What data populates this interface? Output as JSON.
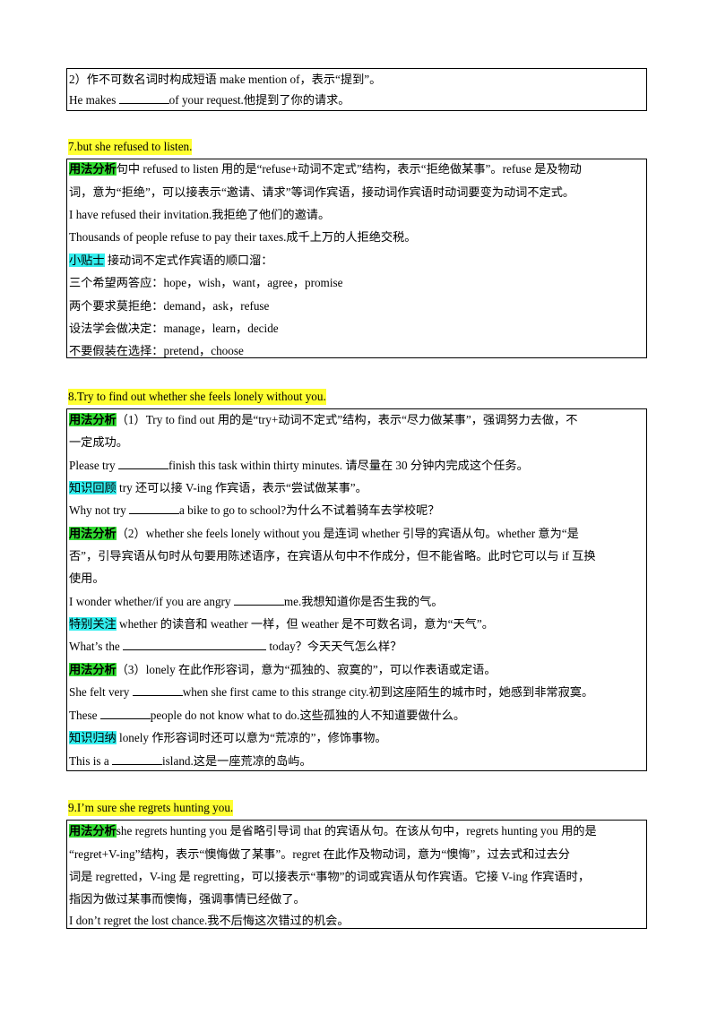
{
  "box1": {
    "line1": "2）作不可数名词时构成短语 make mention of，表示“提到”。",
    "line2_pre": "He makes ",
    "line2_post": "of your request.他提到了你的请求。"
  },
  "heading7": "7.but she refused to listen.",
  "box2": {
    "tag1": "用法分析",
    "l1": "句中 refused to listen 用的是“refuse+动词不定式”结构，表示“拒绝做某事”。refuse 是及物动",
    "l2": "词，意为“拒绝”，可以接表示“邀请、请求”等词作宾语，接动词作宾语时动词要变为动词不定式。",
    "l3": "I have refused their invitation.我拒绝了他们的邀请。",
    "l4": "Thousands of people refuse to pay their taxes.成千上万的人拒绝交税。",
    "tag2": "小贴士",
    "l5": " 接动词不定式作宾语的顺口溜：",
    "l6": "三个希望两答应：hope，wish，want，agree，promise",
    "l7": "两个要求莫拒绝：demand，ask，refuse",
    "l8": "设法学会做决定：manage，learn，decide",
    "l9": "不要假装在选择：pretend，choose"
  },
  "heading8": "8.Try to find out whether she feels lonely without you.",
  "box3": {
    "tag1": "用法分析",
    "l1": "（1）Try to find out 用的是“try+动词不定式”结构，表示“尽力做某事”，强调努力去做，不",
    "l2": "一定成功。",
    "l3_pre": "Please try ",
    "l3_post": "finish this  task  within thirty minutes.  请尽量在 30 分钟内完成这个任务。",
    "tag2": "知识回顾",
    "l4": " try 还可以接 V-ing 作宾语，表示“尝试做某事”。",
    "l5_pre": "Why not try ",
    "l5_post": "a bike to go to school?为什么不试着骑车去学校呢？",
    "tag3": "用法分析",
    "l6": "（2）whether she feels lonely without you 是连词 whether 引导的宾语从句。whether 意为“是",
    "l7": "否”，引导宾语从句时从句要用陈述语序，在宾语从句中不作成分，但不能省略。此时它可以与 if 互换",
    "l8": "使用。",
    "l9_pre": "I wonder whether/if you are angry ",
    "l9_post": "me.我想知道你是否生我的气。",
    "tag4": "特别关注",
    "l10": "   whether 的读音和 weather 一样，但 weather 是不可数名词，意为“天气”。",
    "l11_pre": "What’s the ",
    "l11_post": " today？今天天气怎么样？",
    "tag5": "用法分析",
    "l12": "（3）lonely 在此作形容词，意为“孤独的、寂寞的”，可以作表语或定语。",
    "l13_pre": "She felt very ",
    "l13_post": "when she first came to this strange city.初到这座陌生的城市时，她感到非常寂寞。",
    "l14_pre": "These ",
    "l14_post": "people do not know what to do.这些孤独的人不知道要做什么。",
    "tag6": "知识归纳",
    "l15": " lonely 作形容词时还可以意为“荒凉的”，修饰事物。",
    "l16_pre": "This is a ",
    "l16_post": "island.这是一座荒凉的岛屿。"
  },
  "heading9": "9.I’m sure she regrets hunting you.",
  "box4": {
    "tag1": "用法分析",
    "l1": "she regrets hunting you 是省略引导词 that 的宾语从句。在该从句中，regrets hunting you 用的是",
    "l2": "“regret+V-ing”结构，表示“懊悔做了某事”。regret 在此作及物动词，意为“懊悔”，过去式和过去分",
    "l3": "词是 regretted，V-ing 是 regretting，可以接表示“事物”的词或宾语从句作宾语。它接 V-ing 作宾语时，",
    "l4": "指因为做过某事而懊悔，强调事情已经做了。",
    "l5": "I don’t regret the lost chance.我不后悔这次错过的机会。"
  }
}
